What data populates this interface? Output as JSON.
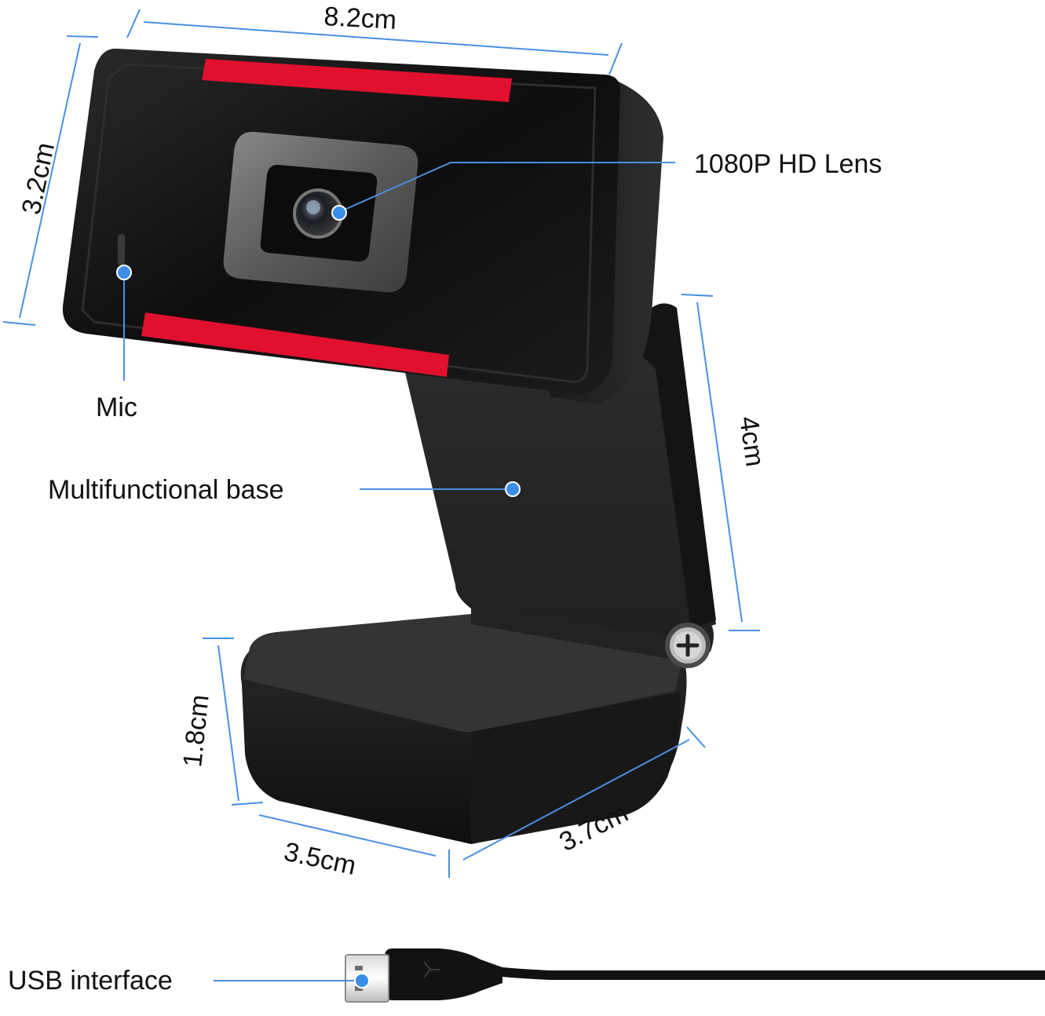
{
  "dimensions": {
    "width_top": "8.2cm",
    "height_front": "3.2cm",
    "stand_height": "4cm",
    "base_height": "1.8cm",
    "base_width": "3.5cm",
    "base_depth": "3.7cm"
  },
  "callouts": {
    "lens": "1080P HD Lens",
    "mic": "Mic",
    "base": "Multifunctional base",
    "usb": "USB interface"
  },
  "colors": {
    "dimension_line": "#4a90e2",
    "callout_dot": "#3a8ee8",
    "accent_red": "#e0102e",
    "body_black": "#121212"
  }
}
